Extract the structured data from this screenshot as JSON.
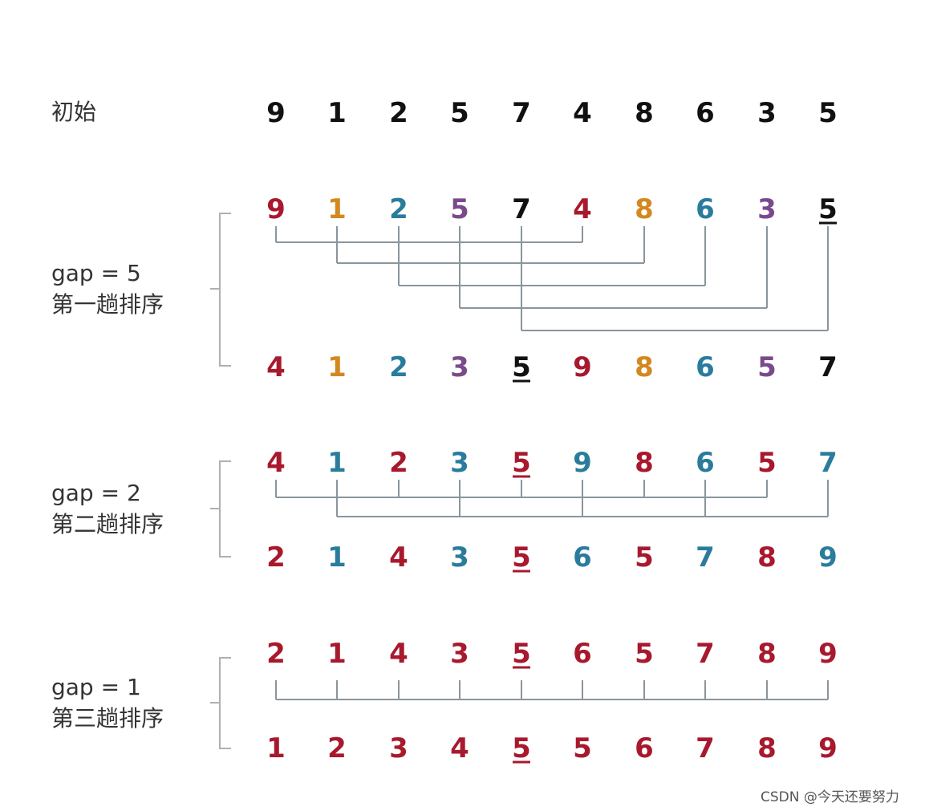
{
  "colors": {
    "black": "#111111",
    "red": "#a8192e",
    "orange": "#d2891f",
    "blue": "#2a7c9c",
    "purple": "#7a4a8c"
  },
  "initial": {
    "label": "初始",
    "values": [
      "9",
      "1",
      "2",
      "5",
      "7",
      "4",
      "8",
      "6",
      "3",
      "5"
    ]
  },
  "passes": [
    {
      "gap_label": "gap = 5",
      "pass_label": "第一趟排序",
      "before": {
        "values": [
          "9",
          "1",
          "2",
          "5",
          "7",
          "4",
          "8",
          "6",
          "3",
          "5"
        ],
        "colors": [
          "red",
          "orange",
          "blue",
          "purple",
          "black",
          "red",
          "orange",
          "blue",
          "purple",
          "black"
        ],
        "underline": [
          9
        ]
      },
      "groups": [
        [
          0,
          5
        ],
        [
          1,
          6
        ],
        [
          2,
          7
        ],
        [
          3,
          8
        ],
        [
          4,
          9
        ]
      ],
      "after": {
        "values": [
          "4",
          "1",
          "2",
          "3",
          "5",
          "9",
          "8",
          "6",
          "5",
          "7"
        ],
        "colors": [
          "red",
          "orange",
          "blue",
          "purple",
          "black",
          "red",
          "orange",
          "blue",
          "purple",
          "black"
        ],
        "underline": [
          4
        ]
      }
    },
    {
      "gap_label": "gap = 2",
      "pass_label": "第二趟排序",
      "before": {
        "values": [
          "4",
          "1",
          "2",
          "3",
          "5",
          "9",
          "8",
          "6",
          "5",
          "7"
        ],
        "colors": [
          "red",
          "blue",
          "red",
          "blue",
          "red",
          "blue",
          "red",
          "blue",
          "red",
          "blue"
        ],
        "underline": [
          4
        ]
      },
      "groups": [
        [
          0,
          2,
          4,
          6,
          8
        ],
        [
          1,
          3,
          5,
          7,
          9
        ]
      ],
      "after": {
        "values": [
          "2",
          "1",
          "4",
          "3",
          "5",
          "6",
          "5",
          "7",
          "8",
          "9"
        ],
        "colors": [
          "red",
          "blue",
          "red",
          "blue",
          "red",
          "blue",
          "red",
          "blue",
          "red",
          "blue"
        ],
        "underline": [
          4
        ]
      }
    },
    {
      "gap_label": "gap = 1",
      "pass_label": "第三趟排序",
      "before": {
        "values": [
          "2",
          "1",
          "4",
          "3",
          "5",
          "6",
          "5",
          "7",
          "8",
          "9"
        ],
        "colors": [
          "red",
          "red",
          "red",
          "red",
          "red",
          "red",
          "red",
          "red",
          "red",
          "red"
        ],
        "underline": [
          4
        ]
      },
      "groups": [
        [
          0,
          1,
          2,
          3,
          4,
          5,
          6,
          7,
          8,
          9
        ]
      ],
      "after": {
        "values": [
          "1",
          "2",
          "3",
          "4",
          "5",
          "5",
          "6",
          "7",
          "8",
          "9"
        ],
        "colors": [
          "red",
          "red",
          "red",
          "red",
          "red",
          "red",
          "red",
          "red",
          "red",
          "red"
        ],
        "underline": [
          4
        ]
      }
    }
  ],
  "watermark": "CSDN @今天还要努力"
}
